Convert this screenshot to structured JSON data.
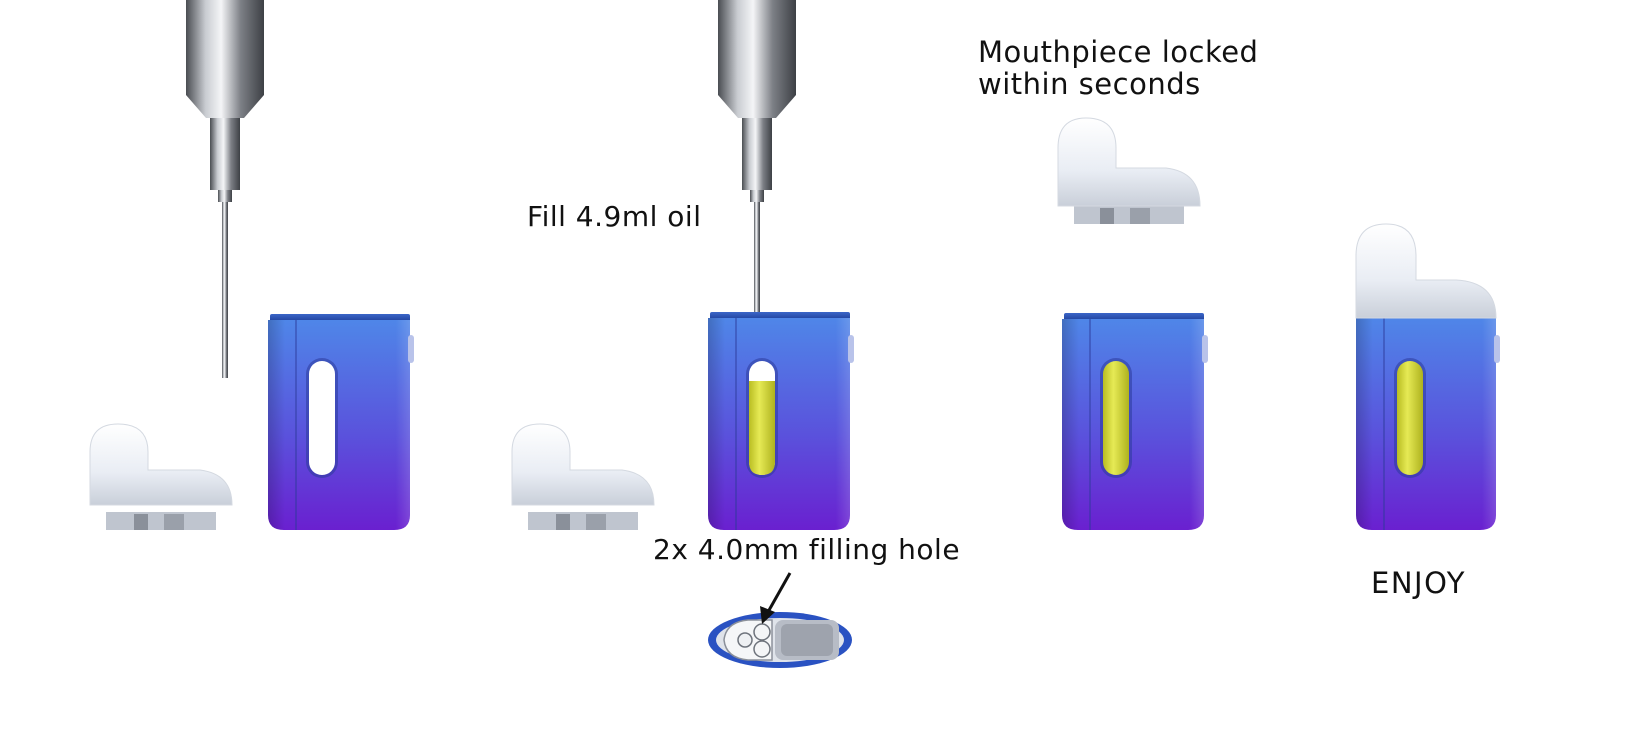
{
  "labels": {
    "fill": "Fill 4.9ml oil",
    "mouthpiece_line1": "Mouthpiece locked",
    "mouthpiece_line2": "within seconds",
    "filling_hole": "2x 4.0mm filling hole",
    "enjoy": "ENJOY"
  },
  "colors": {
    "body_top": "#4f82e6",
    "body_bottom": "#6a22d2",
    "oil": "#d8dc3c",
    "window_empty": "#ffffff",
    "mouthpiece": "#eef2f8",
    "steel": "#8b8f96"
  },
  "steps": [
    {
      "name": "step-empty",
      "window_fill": "empty"
    },
    {
      "name": "step-filling",
      "window_fill": "partial"
    },
    {
      "name": "step-filled",
      "window_fill": "full"
    },
    {
      "name": "step-assembled",
      "window_fill": "full"
    }
  ]
}
